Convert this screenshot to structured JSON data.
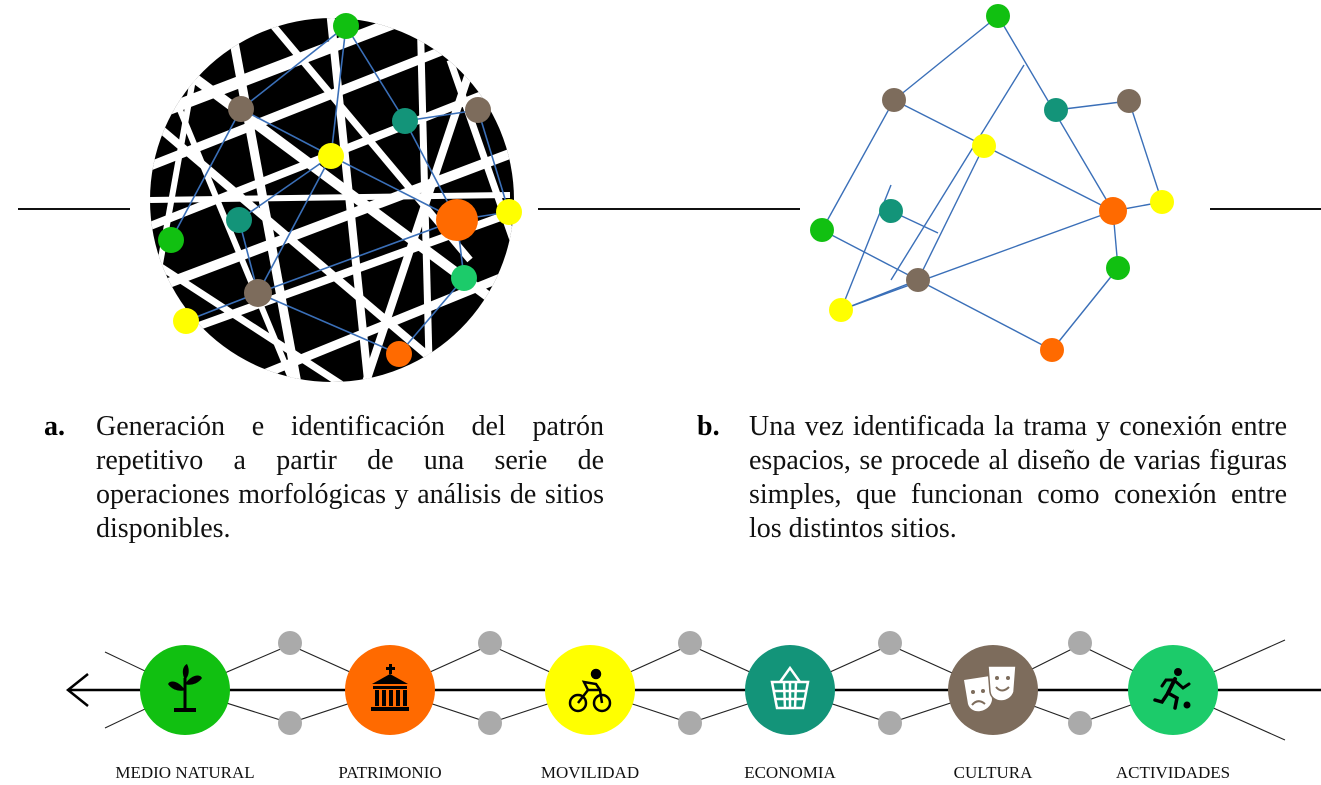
{
  "captions": [
    {
      "marker": "a.",
      "text": "Generación e identificación del patrón repetitivo a partir de una serie de operaciones morfológicas y análisis de sitios disponibles."
    },
    {
      "marker": "b.",
      "text": "Una vez identificada la trama y conexión entre espacios, se procede al diseño de varias figuras simples, que funcionan como conexión entre los distintos sitios."
    }
  ],
  "categories": [
    {
      "label": "MEDIO NATURAL",
      "color": "#11c011",
      "icon": "plant-icon"
    },
    {
      "label": "PATRIMONIO",
      "color": "#ff6a00",
      "icon": "monument-icon"
    },
    {
      "label": "MOVILIDAD",
      "color": "#ffff00",
      "icon": "bicycle-icon"
    },
    {
      "label": "ECONOMIA",
      "color": "#139479",
      "icon": "basket-icon"
    },
    {
      "label": "CULTURA",
      "color": "#7d6c5c",
      "icon": "theater-masks-icon"
    },
    {
      "label": "ACTIVIDADES",
      "color": "#1ccb6a",
      "icon": "soccer-player-icon"
    }
  ],
  "colors": {
    "green": "#11c011",
    "orange": "#ff6a00",
    "yellow": "#ffff00",
    "teal": "#139479",
    "brown": "#7d6c5c",
    "mint": "#1ccb6a",
    "connector_gray": "#aaaaaa",
    "network_line": "#3a6fb8"
  }
}
